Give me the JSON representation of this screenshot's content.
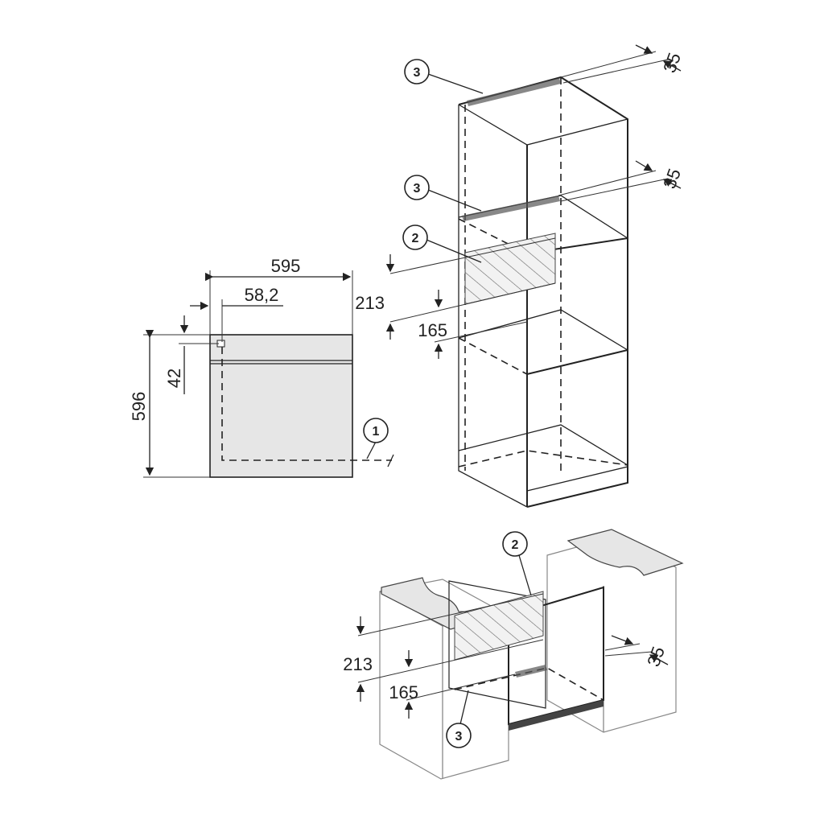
{
  "front_view": {
    "width_label": "595",
    "offset_label": "58,2",
    "height_label": "596",
    "top_gap_label": "42",
    "callout": "1"
  },
  "tall_cabinet": {
    "vent_top_label": "35",
    "vent_mid_label": "35",
    "opening_label": "213",
    "lower_gap_label": "165",
    "callout_vent_top": "3",
    "callout_vent_mid": "3",
    "callout_opening": "2"
  },
  "base_cabinet": {
    "callout_opening": "2",
    "vent_label": "35",
    "opening_label": "213",
    "lower_gap_label": "165",
    "callout_vent": "3"
  },
  "colors": {
    "line": "#222222",
    "appliance_fill": "#e6e6e6",
    "cabinet_edge": "#888888"
  }
}
